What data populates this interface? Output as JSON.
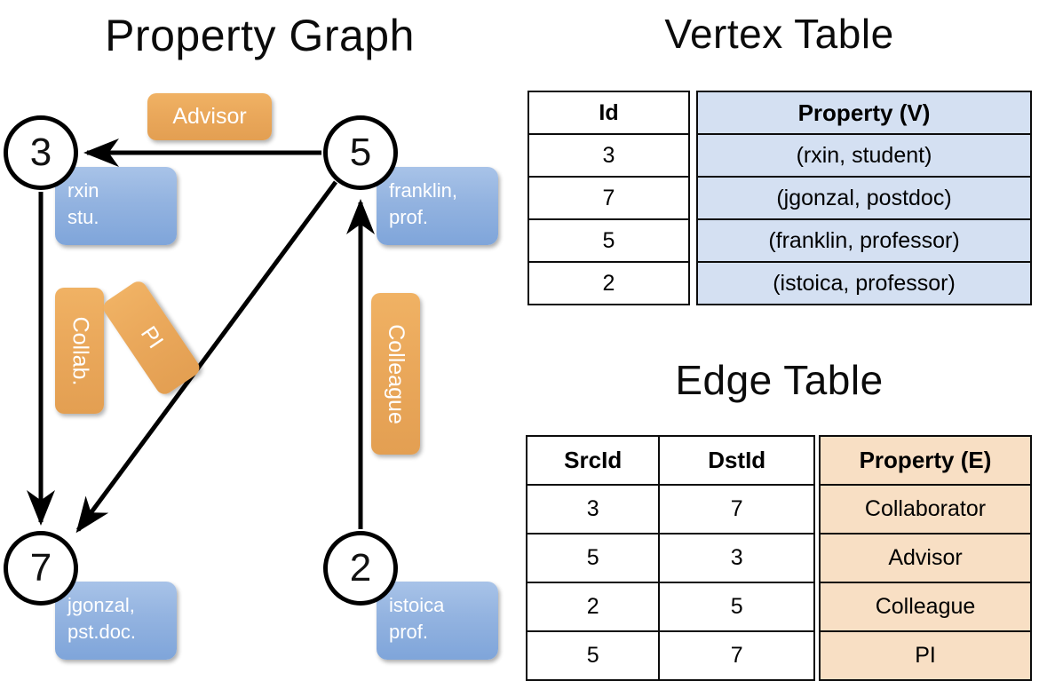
{
  "titles": {
    "property_graph": "Property Graph",
    "vertex_table": "Vertex Table",
    "edge_table": "Edge Table"
  },
  "graph": {
    "nodes": [
      {
        "id": "3",
        "property": "rxin\nstu."
      },
      {
        "id": "5",
        "property": "franklin,\nprof."
      },
      {
        "id": "7",
        "property": "jgonzal,\npst.doc."
      },
      {
        "id": "2",
        "property": "istoica\nprof."
      }
    ],
    "node_labels": {
      "n3": "3",
      "n5": "5",
      "n7": "7",
      "n2": "2"
    },
    "property_boxes": {
      "rxin_line1": "rxin",
      "rxin_line2": "stu.",
      "franklin_line1": "franklin,",
      "franklin_line2": "prof.",
      "jgonzal_line1": "jgonzal,",
      "jgonzal_line2": "pst.doc.",
      "istoica_line1": "istoica",
      "istoica_line2": "prof."
    },
    "edge_labels": {
      "advisor": "Advisor",
      "collab": "Collab.",
      "pi": "PI",
      "colleague": "Colleague"
    },
    "edges": [
      {
        "from": "5",
        "to": "3",
        "label": "Advisor"
      },
      {
        "from": "3",
        "to": "7",
        "label": "Collab."
      },
      {
        "from": "5",
        "to": "7",
        "label": "PI"
      },
      {
        "from": "2",
        "to": "5",
        "label": "Colleague"
      }
    ],
    "colors": {
      "vertex_property_box": "#93b3e0",
      "edge_label_box": "#eaa85b",
      "node_stroke": "#000000"
    }
  },
  "vertex_table": {
    "headers": [
      "Id",
      "Property (V)"
    ],
    "rows": [
      [
        "3",
        "(rxin, student)"
      ],
      [
        "7",
        "(jgonzal, postdoc)"
      ],
      [
        "5",
        "(franklin, professor)"
      ],
      [
        "2",
        "(istoica, professor)"
      ]
    ],
    "property_column_color": "#d4e0f2"
  },
  "edge_table": {
    "headers": [
      "SrcId",
      "DstId",
      "Property (E)"
    ],
    "rows": [
      [
        "3",
        "7",
        "Collaborator"
      ],
      [
        "5",
        "3",
        "Advisor"
      ],
      [
        "2",
        "5",
        "Colleague"
      ],
      [
        "5",
        "7",
        "PI"
      ]
    ],
    "property_column_color": "#f8dfc4"
  }
}
